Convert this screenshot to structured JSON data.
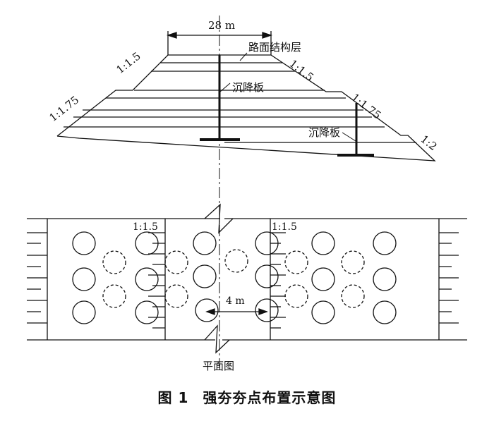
{
  "top_width": "28 m",
  "pavement_label": "路面结构层",
  "settlement_label_1": "沉降板",
  "settlement_label_2": "沉降板",
  "slope_upper_left": "1:1.5",
  "slope_upper_right": "1:1.5",
  "slope_lower_left": "1:1.75",
  "slope_lower_right": "1:1.75",
  "slope_toe_right": "1:2",
  "plan_slope_left": "1:1.5",
  "plan_slope_right": "1:1.5",
  "spacing_label": "4 m",
  "plan_title": "平面图",
  "caption_number": "图 1",
  "caption_title": "强夯夯点布置示意图"
}
